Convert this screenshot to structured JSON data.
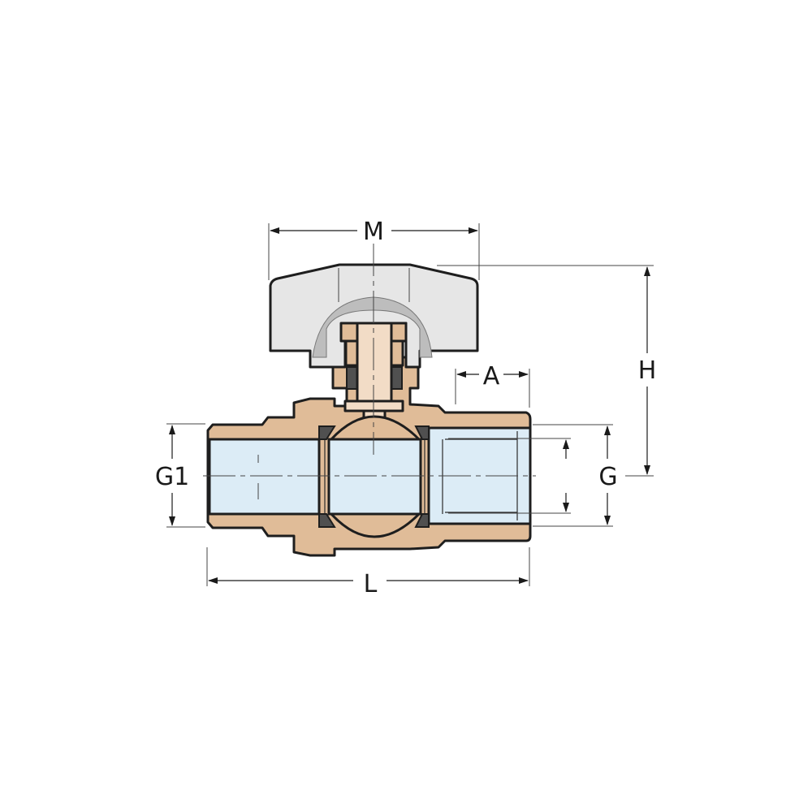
{
  "diagram": {
    "type": "technical-cross-section",
    "subject": "ball valve (male G1 x female G) with handle",
    "colors": {
      "brass": "#e0bc98",
      "stem": "#f2dcc6",
      "bore": "#dcecf6",
      "handle": "#e6e6e6",
      "handle_shadow": "#bdbdbd",
      "seal": "#505050",
      "outline": "#1e1e1e"
    },
    "dimensions": {
      "M": {
        "label": "M",
        "meaning": "handle width"
      },
      "H": {
        "label": "H",
        "meaning": "height from pipe axis to top of handle"
      },
      "A": {
        "label": "A",
        "meaning": "female thread length"
      },
      "G1": {
        "label": "G1",
        "meaning": "male thread size"
      },
      "G": {
        "label": "G",
        "meaning": "female thread size"
      },
      "L": {
        "label": "L",
        "meaning": "overall length"
      }
    }
  }
}
